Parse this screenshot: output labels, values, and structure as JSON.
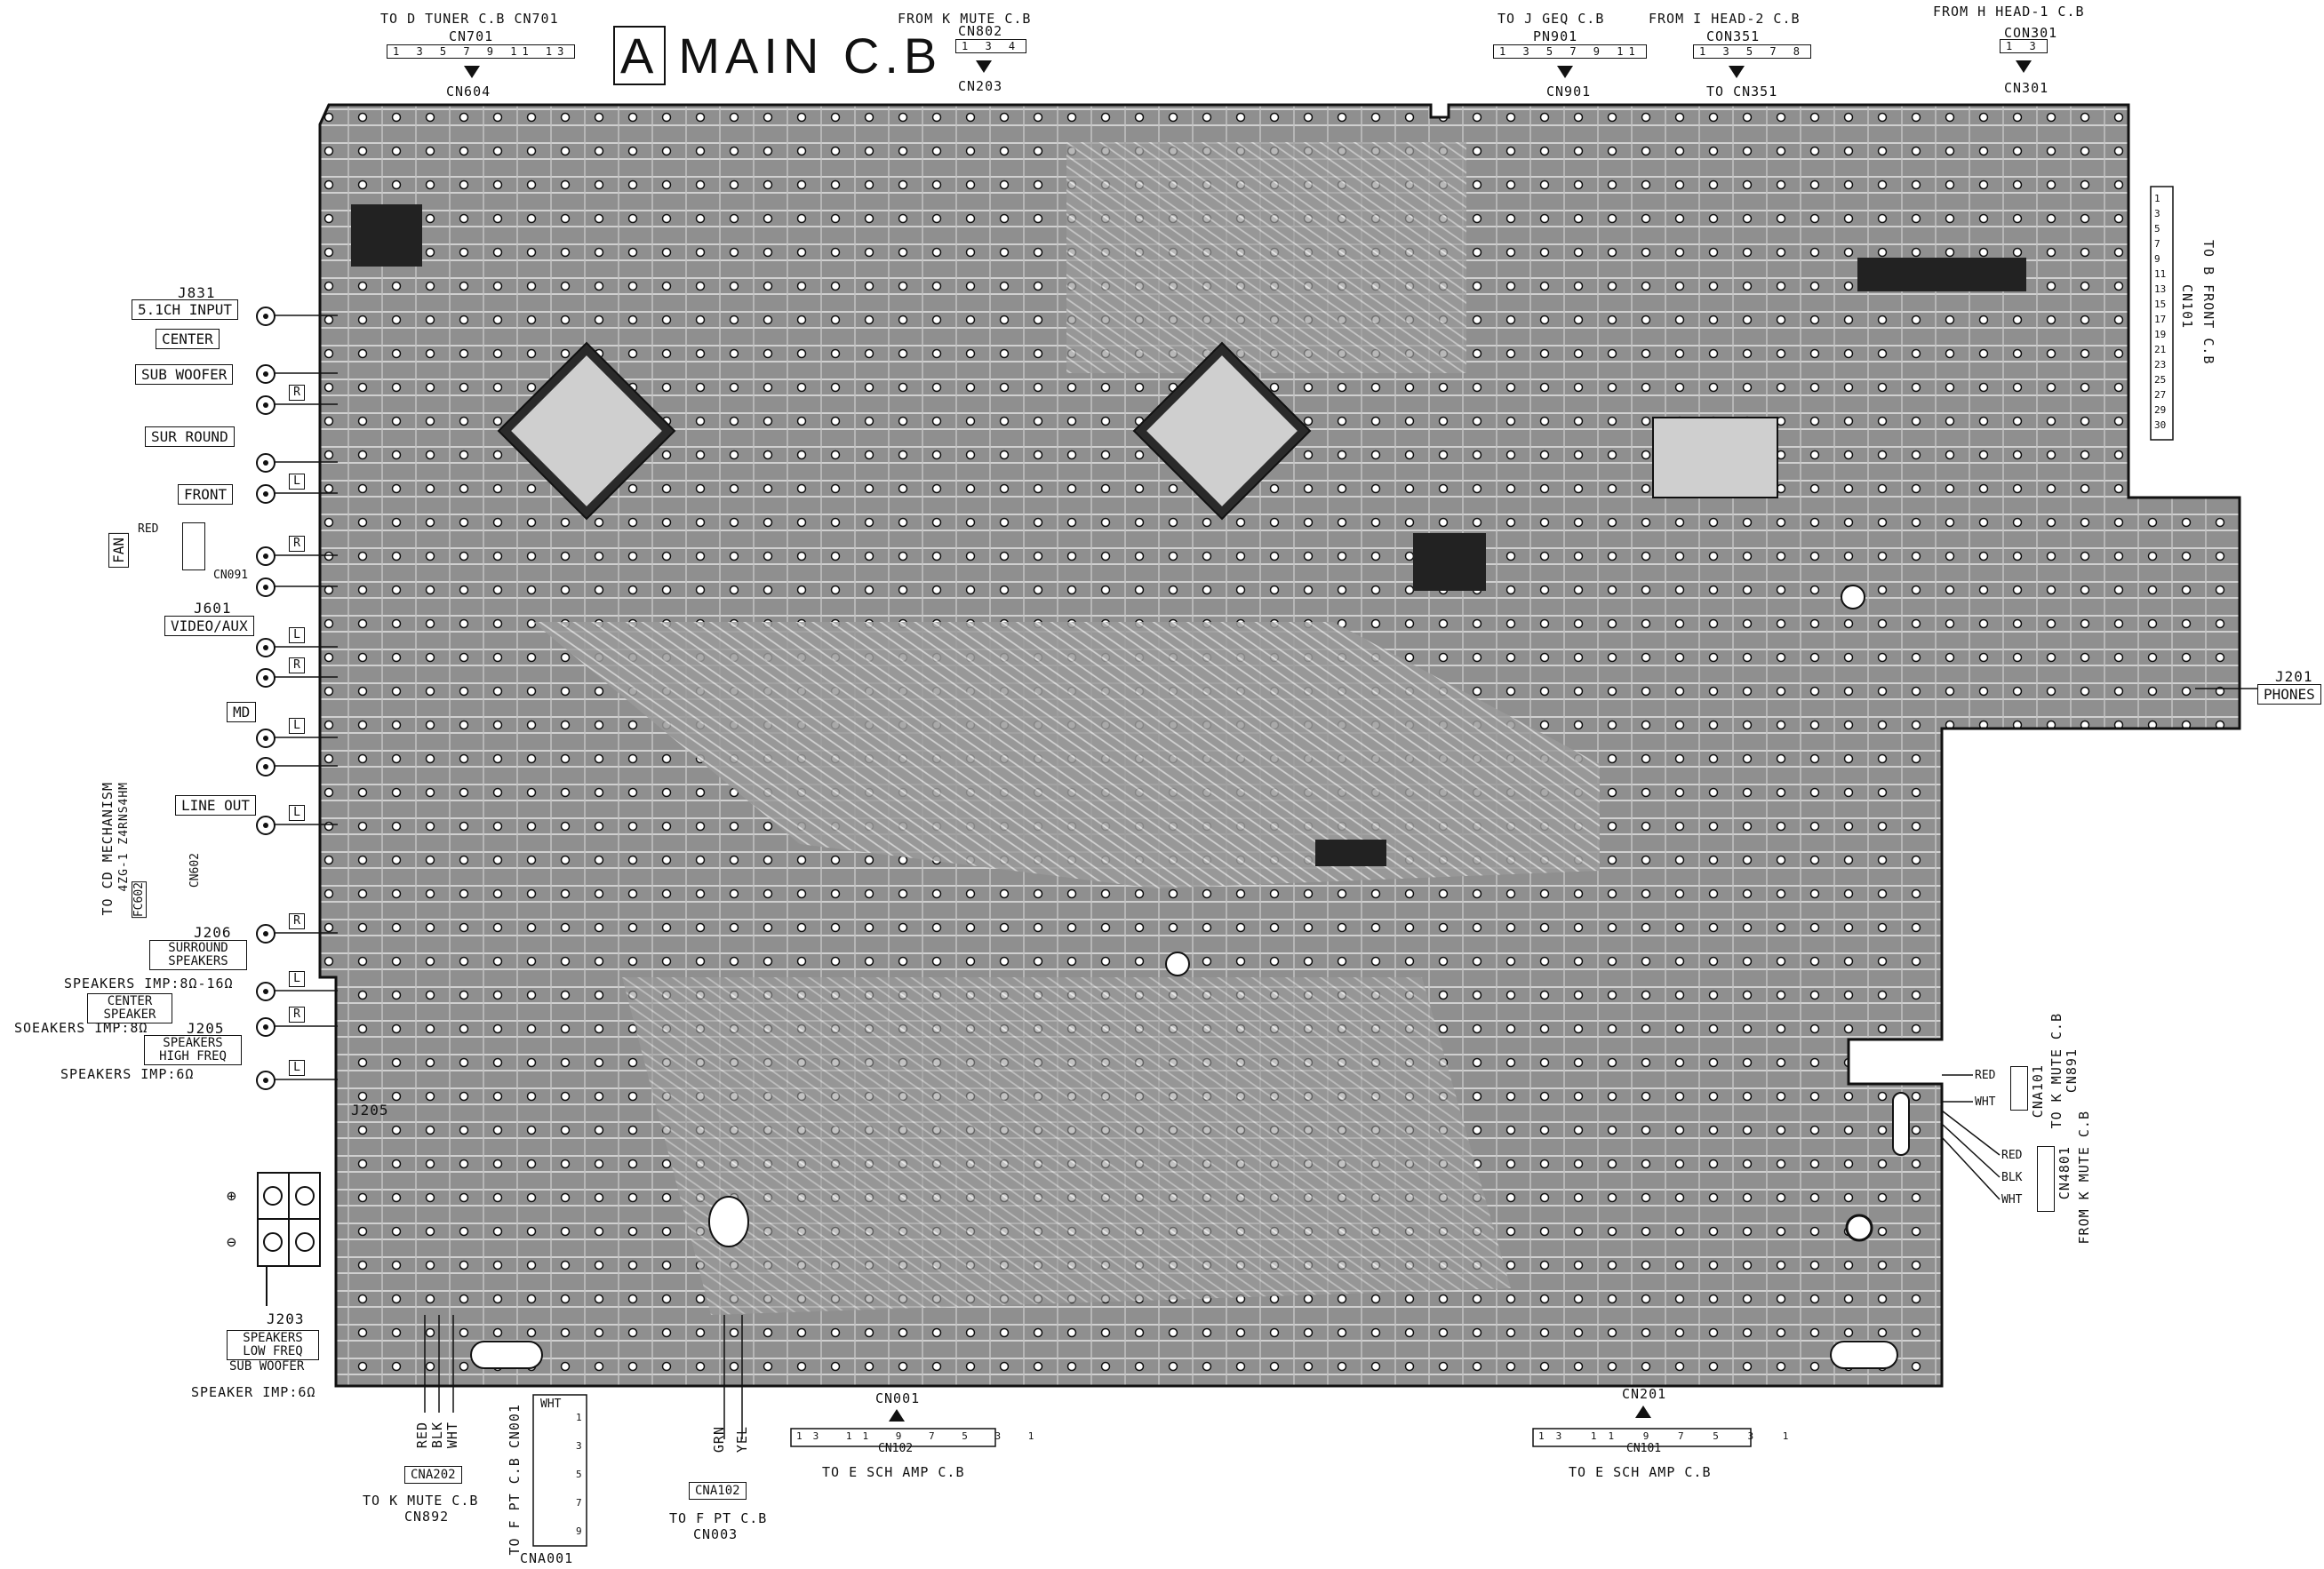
{
  "title": {
    "box": "A",
    "text": "MAIN C.B"
  },
  "top_connectors": [
    {
      "from": "TO D TUNER C.B CN701",
      "name": "CN701",
      "pins": "1 3 5 7 9 11 13",
      "target": "CN604"
    },
    {
      "from": "FROM K MUTE C.B",
      "name": "CN802",
      "pins": "1 3 4",
      "target": "CN203"
    },
    {
      "from": "TO J GEQ C.B",
      "name": "PN901",
      "pins": "1 3 5 7 9 11",
      "target": "CN901"
    },
    {
      "from": "FROM I HEAD-2 C.B",
      "name": "CON351",
      "pins": "1 3 5 7 8",
      "target": "TO CN351"
    },
    {
      "from": "FROM H HEAD-1 C.B",
      "name": "CON301",
      "pins": "1 3",
      "target": "CN301"
    }
  ],
  "left_labels": {
    "j831": "J831",
    "input_51": "5.1CH INPUT",
    "center": "CENTER",
    "sub_woofer": "SUB WOOFER",
    "sur_round": "SUR ROUND",
    "front": "FRONT",
    "fan": "FAN",
    "fan_red": "RED",
    "cn091": "CN091",
    "j601": "J601",
    "video_aux": "VIDEO/AUX",
    "md": "MD",
    "line_out": "LINE OUT",
    "cd_mech": "TO CD MECHANISM",
    "cd_mech2": "4ZG-1 Z4RNS4HM",
    "fc602": "FC602",
    "cn602": "CN602",
    "j206": "J206",
    "surround_speakers": "SURROUND SPEAKERS",
    "speakers_imp1": "SPEAKERS IMP:8Ω-16Ω",
    "center_speaker": "CENTER SPEAKER",
    "soeakers_imp": "SOEAKERS IMP:8Ω",
    "j205": "J205",
    "speakers_high": "SPEAKERS HIGH FREQ",
    "speakers_imp6": "SPEAKERS IMP:6Ω",
    "j203": "J203",
    "speakers_low": "SPEAKERS LOW FREQ",
    "sub_woofer2": "SUB WOOFER",
    "speaker_imp6": "SPEAKER IMP:6Ω"
  },
  "rl_marks": {
    "r": "R",
    "l": "L"
  },
  "right_labels": {
    "cn101": "CN101",
    "to_front": "TO B FRONT C.B",
    "j201": "J201",
    "phones": "PHONES",
    "cna101": "CNA101",
    "to_mute1": "TO K MUTE C.B",
    "cn891": "CN891",
    "cn4801": "CN4801",
    "from_mute": "FROM K MUTE C.B",
    "red": "RED",
    "wht": "WHT",
    "blk": "BLK"
  },
  "bottom_labels": {
    "cna202": "CNA202",
    "to_mute892": "TO K MUTE C.B",
    "cn892": "CN892",
    "red": "RED",
    "blk": "BLK",
    "wht": "WHT",
    "cna001": "CNA001",
    "to_pt_cn001": "TO F PT C.B CN001",
    "cna102": "CNA102",
    "to_pt": "TO F PT C.B",
    "cn003": "CN003",
    "grn": "GRN",
    "yel": "YEL",
    "cn001": "CN001",
    "cn102": "CN102",
    "cn102_pins": "13 11 9 7 5 3 1",
    "to_sch1": "TO E SCH AMP C.B",
    "cn201": "CN201",
    "cn101b": "CN101",
    "cn101_pins": "13 11 9 7 5 3 1",
    "to_sch2": "TO E SCH AMP C.B"
  },
  "cn101_pins_right": [
    "1",
    "3",
    "5",
    "7",
    "9",
    "11",
    "13",
    "15",
    "17",
    "19",
    "21",
    "23",
    "25",
    "27",
    "29",
    "30"
  ],
  "cna001_pins": [
    "1",
    "3",
    "5",
    "7",
    "9"
  ],
  "cna001_wht": "WHT",
  "colors": {
    "board": "#8a8a8a",
    "trace": "#d9d9d9",
    "ink": "#111111"
  }
}
